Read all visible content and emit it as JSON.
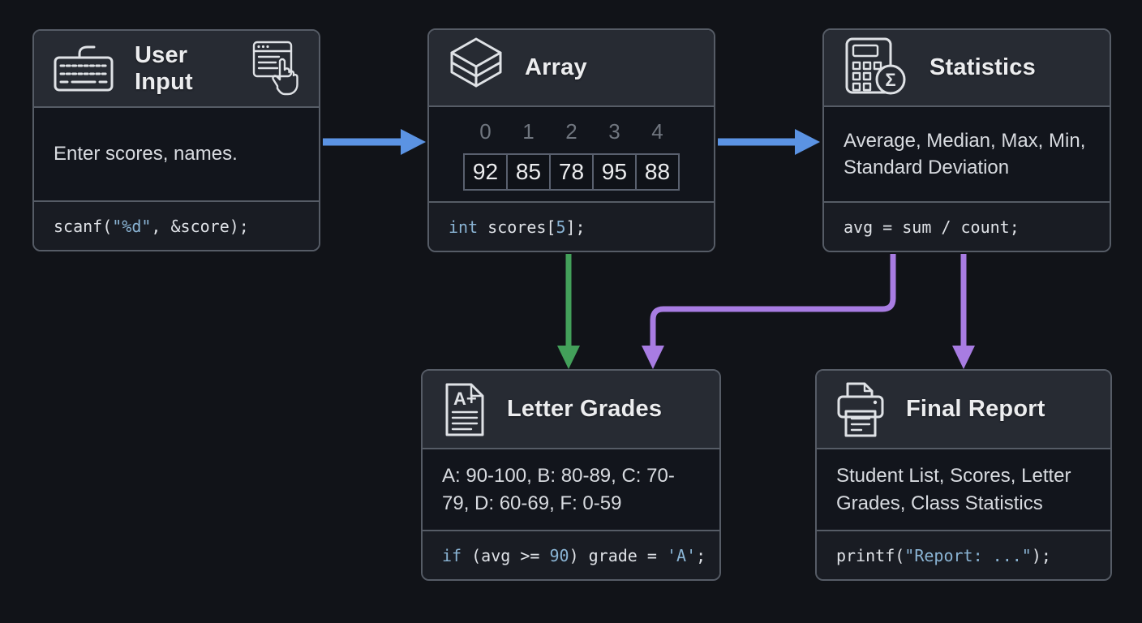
{
  "colors": {
    "background": "#111318",
    "box_border": "#565c66",
    "header_bg": "#272b33",
    "body_bg": "#12151c",
    "code_bg": "#191c23",
    "cell_border": "#59606e",
    "title_text": "#ecedef",
    "body_text": "#d8dbe0",
    "code_text": "#dfe2e7",
    "code_accent": "#8ab4d4",
    "muted_text": "#70767f",
    "icon_stroke": "#dfe2e6",
    "arrow_blue": "#5b93e3",
    "arrow_green": "#43a05a",
    "arrow_purple": "#a87ce2"
  },
  "nodes": {
    "user_input": {
      "title": "User Input",
      "icons": [
        "keyboard-icon",
        "form-click-icon"
      ],
      "description": "Enter scores, names.",
      "code": [
        {
          "t": "scanf(",
          "c": "p"
        },
        {
          "t": "\"%d\"",
          "c": "a"
        },
        {
          "t": ", &score);",
          "c": "p"
        }
      ]
    },
    "array": {
      "title": "Array",
      "icons": [
        "stack-icon"
      ],
      "indices": [
        "0",
        "1",
        "2",
        "3",
        "4"
      ],
      "values": [
        "92",
        "85",
        "78",
        "95",
        "88"
      ],
      "code": [
        {
          "t": "int",
          "c": "a"
        },
        {
          "t": " scores[",
          "c": "p"
        },
        {
          "t": "5",
          "c": "a"
        },
        {
          "t": "];",
          "c": "p"
        }
      ]
    },
    "statistics": {
      "title": "Statistics",
      "icons": [
        "calculator-sigma-icon"
      ],
      "description": "Average, Median, Max, Min, Standard Deviation",
      "code": [
        {
          "t": "avg = sum / count;",
          "c": "p"
        }
      ]
    },
    "letter_grades": {
      "title": "Letter Grades",
      "icons": [
        "document-a-plus-icon"
      ],
      "description": "A: 90-100, B: 80-89, C: 70-79, D: 60-69, F: 0-59",
      "code": [
        {
          "t": "if",
          "c": "a"
        },
        {
          "t": " (avg >= ",
          "c": "p"
        },
        {
          "t": "90",
          "c": "a"
        },
        {
          "t": ") grade = ",
          "c": "p"
        },
        {
          "t": "'A'",
          "c": "a"
        },
        {
          "t": ";",
          "c": "p"
        }
      ]
    },
    "final_report": {
      "title": "Final Report",
      "icons": [
        "printer-icon"
      ],
      "description": "Student List, Scores, Letter Grades, Class Statistics",
      "code": [
        {
          "t": "printf(",
          "c": "p"
        },
        {
          "t": "\"Report: ...\"",
          "c": "a"
        },
        {
          "t": ");",
          "c": "p"
        }
      ]
    }
  },
  "glyphs": {
    "sigma": "Σ",
    "a_plus": "A+"
  },
  "arrows": [
    {
      "from": "user_input",
      "to": "array",
      "color_key": "arrow_blue"
    },
    {
      "from": "array",
      "to": "statistics",
      "color_key": "arrow_blue"
    },
    {
      "from": "array",
      "to": "letter_grades",
      "color_key": "arrow_green"
    },
    {
      "from": "statistics",
      "to": "letter_grades",
      "color_key": "arrow_purple"
    },
    {
      "from": "statistics",
      "to": "final_report",
      "color_key": "arrow_purple"
    }
  ]
}
